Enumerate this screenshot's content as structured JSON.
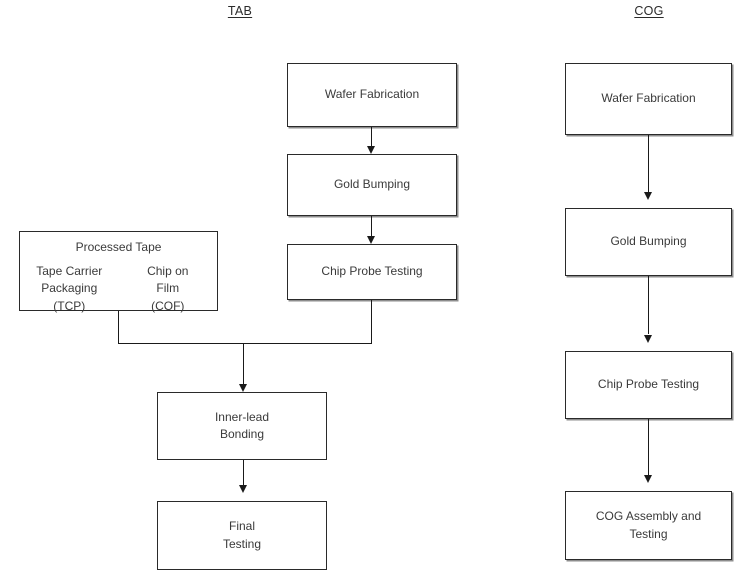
{
  "diagram": {
    "type": "flowchart",
    "title": "",
    "columns": [
      {
        "id": "tab",
        "title": "TAB",
        "nodes": [
          {
            "id": "tab-wafer-fabrication",
            "lines": [
              "Wafer Fabrication"
            ]
          },
          {
            "id": "tab-gold-bumping",
            "lines": [
              "Gold Bumping"
            ]
          },
          {
            "id": "tab-chip-probe-testing",
            "lines": [
              "Chip Probe Testing"
            ]
          },
          {
            "id": "tab-processed-tape",
            "heading": "Processed Tape",
            "left_lines": [
              "Tape Carrier",
              "Packaging",
              "(TCP)"
            ],
            "right_lines": [
              "Chip on",
              "Film",
              "(COF)"
            ]
          },
          {
            "id": "tab-inner-lead-bonding",
            "lines": [
              "Inner-lead",
              "Bonding"
            ]
          },
          {
            "id": "tab-final-testing",
            "lines": [
              "Final",
              "Testing"
            ]
          }
        ],
        "edges": [
          {
            "from": "tab-wafer-fabrication",
            "to": "tab-gold-bumping"
          },
          {
            "from": "tab-gold-bumping",
            "to": "tab-chip-probe-testing"
          },
          {
            "from": "tab-chip-probe-testing",
            "to": "tab-inner-lead-bonding"
          },
          {
            "from": "tab-processed-tape",
            "to": "tab-inner-lead-bonding"
          },
          {
            "from": "tab-inner-lead-bonding",
            "to": "tab-final-testing"
          }
        ]
      },
      {
        "id": "cog",
        "title": "COG",
        "nodes": [
          {
            "id": "cog-wafer-fabrication",
            "lines": [
              "Wafer Fabrication"
            ]
          },
          {
            "id": "cog-gold-bumping",
            "lines": [
              "Gold Bumping"
            ]
          },
          {
            "id": "cog-chip-probe-testing",
            "lines": [
              "Chip Probe Testing"
            ]
          },
          {
            "id": "cog-assembly-and-testing",
            "lines": [
              "COG Assembly and",
              "Testing"
            ]
          }
        ],
        "edges": [
          {
            "from": "cog-wafer-fabrication",
            "to": "cog-gold-bumping"
          },
          {
            "from": "cog-gold-bumping",
            "to": "cog-chip-probe-testing"
          },
          {
            "from": "cog-chip-probe-testing",
            "to": "cog-assembly-and-testing"
          }
        ]
      }
    ]
  },
  "labels": {
    "tab_title": "TAB",
    "cog_title": "COG",
    "wafer_fabrication": "Wafer Fabrication",
    "gold_bumping": "Gold Bumping",
    "chip_probe_testing": "Chip Probe Testing",
    "processed_tape": "Processed Tape",
    "tape_carrier_l1": "Tape Carrier",
    "tape_carrier_l2": "Packaging",
    "tape_carrier_l3": "(TCP)",
    "chip_on_film_l1": "Chip on",
    "chip_on_film_l2": "Film",
    "chip_on_film_l3": "(COF)",
    "inner_lead_l1": "Inner-lead",
    "inner_lead_l2": "Bonding",
    "final_testing_l1": "Final",
    "final_testing_l2": "Testing",
    "cog_wafer_fabrication": "Wafer Fabrication",
    "cog_gold_bumping": "Gold Bumping",
    "cog_chip_probe_testing": "Chip Probe Testing",
    "cog_assembly_l1": "COG Assembly and",
    "cog_assembly_l2": "Testing"
  },
  "colors": {
    "background": "#ffffff",
    "box_border": "#2a2a2a",
    "box_fill": "#ffffff",
    "text": "#3a3a3a",
    "edge": "#1a1a1a",
    "shadow": "#8d8d8d"
  }
}
